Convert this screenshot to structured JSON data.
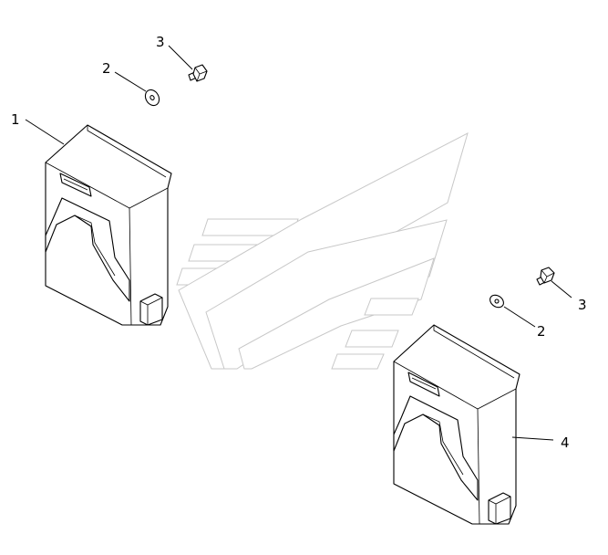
{
  "diagram": {
    "callouts": [
      {
        "id": "c1",
        "label": "1"
      },
      {
        "id": "c2a",
        "label": "2"
      },
      {
        "id": "c3a",
        "label": "3"
      },
      {
        "id": "c2b",
        "label": "2"
      },
      {
        "id": "c3b",
        "label": "3"
      },
      {
        "id": "c4",
        "label": "4"
      }
    ],
    "watermark": {
      "icon": "brand-logo-watermark"
    }
  }
}
